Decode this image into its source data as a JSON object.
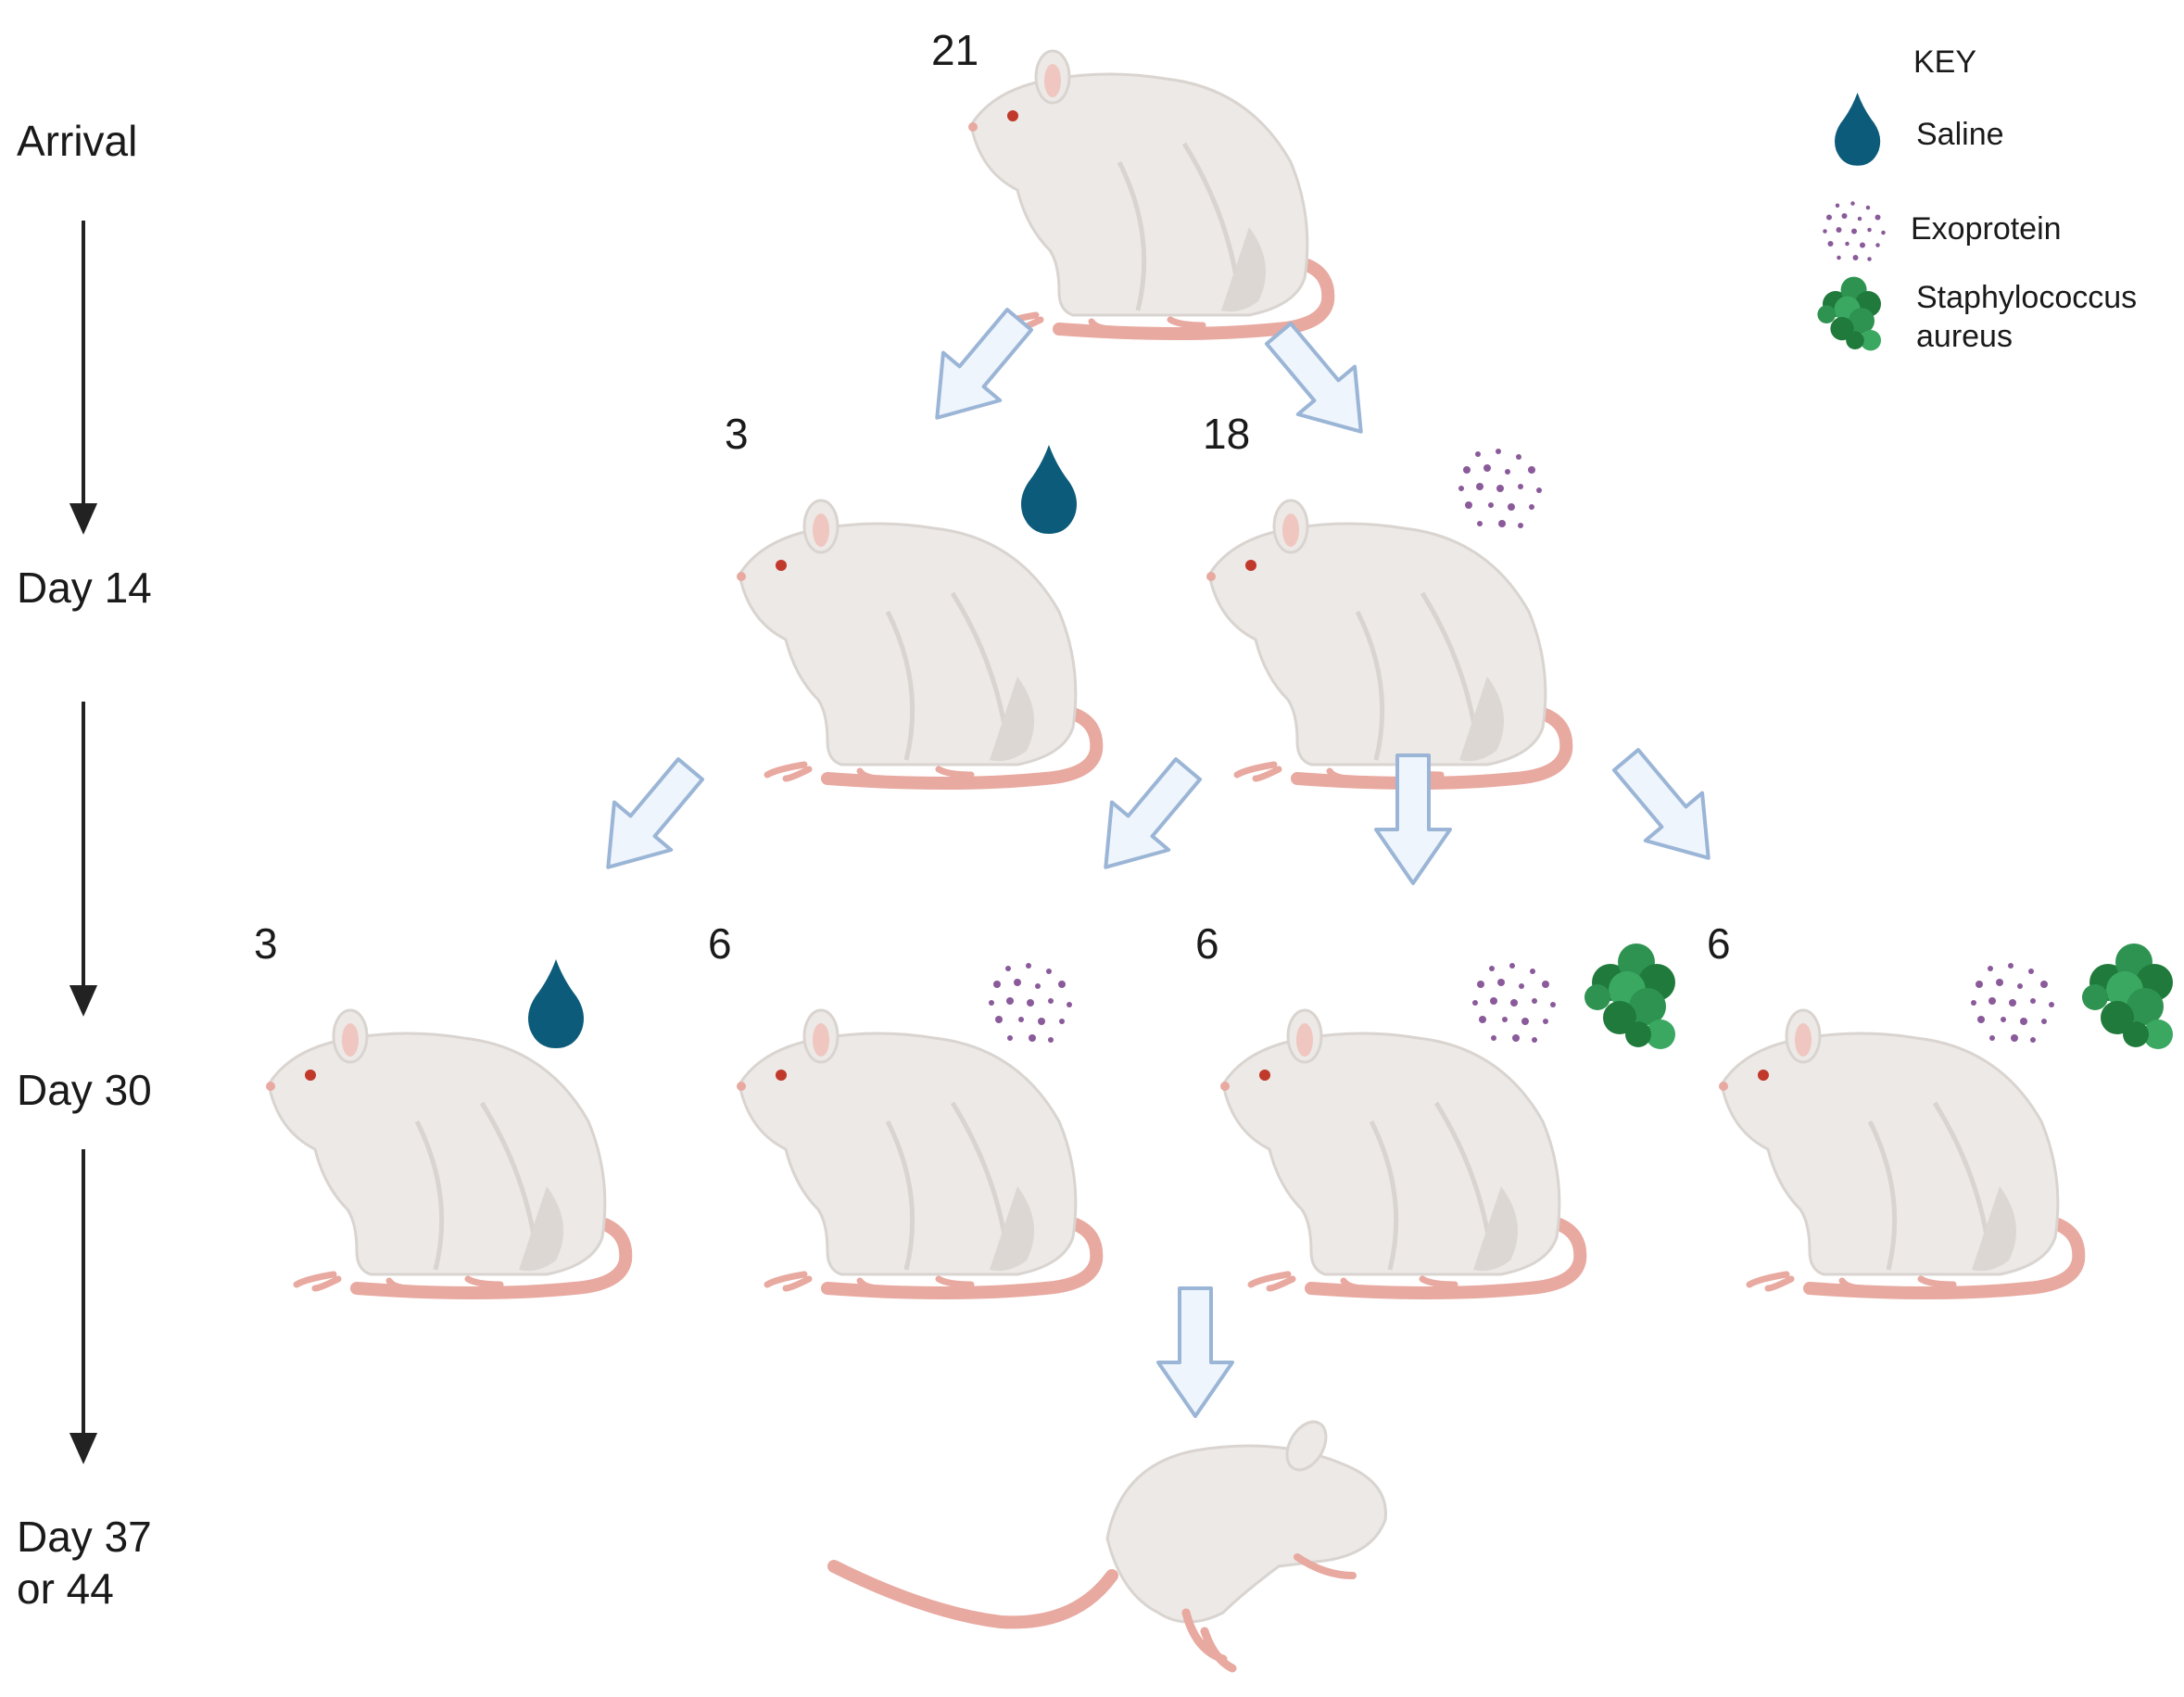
{
  "stages": {
    "arrival": "Arrival",
    "day14": "Day 14",
    "day30": "Day 30",
    "day37_line1": "Day 37",
    "day37_line2": "or 44"
  },
  "counts": {
    "top": "21",
    "saline_group": "3",
    "exoprotein_group": "18",
    "d30_saline": "3",
    "d30_exoprotein": "6",
    "d30_exo_sa_1": "6",
    "d30_exo_sa_2": "6"
  },
  "key": {
    "title": "KEY",
    "saline": "Saline",
    "exoprotein": "Exoprotein",
    "sa_line1": "Staphylococcus",
    "sa_line2": "aureus"
  },
  "colors": {
    "saline": "#0d5b7a",
    "exoprotein": "#8a5a9a",
    "staph_dark": "#1f7a3c",
    "staph_light": "#3aa860",
    "flow_arrow_fill": "#eef5fc",
    "flow_arrow_stroke": "#9bb5d6",
    "rat_body": "#ece9e6",
    "rat_shade": "#d9d4d0",
    "rat_tail": "#e8a9a0"
  },
  "icons": [
    "saline-drop-icon",
    "exoprotein-dots-icon",
    "staph-cluster-icon",
    "rat-icon",
    "flow-arrow-icon"
  ]
}
